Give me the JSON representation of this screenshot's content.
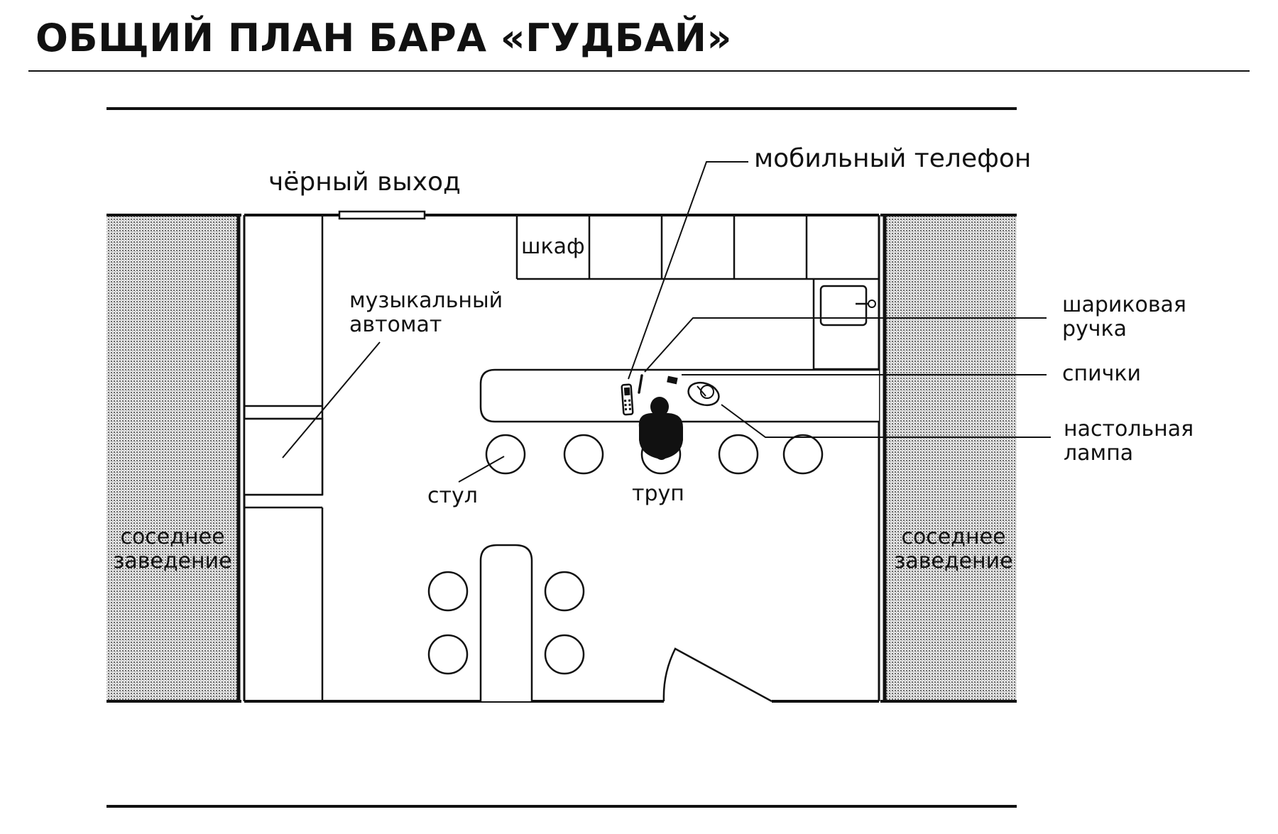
{
  "title": "ОБЩИЙ ПЛАН БАРА «ГУДБАЙ»",
  "labels": {
    "back_exit": "чёрный выход",
    "mobile_phone": "мобильный телефон",
    "cabinet": "шкаф",
    "jukebox": [
      "музыкальный",
      "автомат"
    ],
    "ballpoint_pen": [
      "шариковая",
      "ручка"
    ],
    "matches": "спички",
    "desk_lamp": [
      "настольная",
      "лампа"
    ],
    "chair": "стул",
    "corpse": "труп",
    "neighbor_left": [
      "соседнее",
      "заведение"
    ],
    "neighbor_right": [
      "соседнее",
      "заведение"
    ]
  },
  "colors": {
    "ink": "#111111",
    "hatch_background": "#c8c8c8",
    "paper": "#ffffff"
  }
}
